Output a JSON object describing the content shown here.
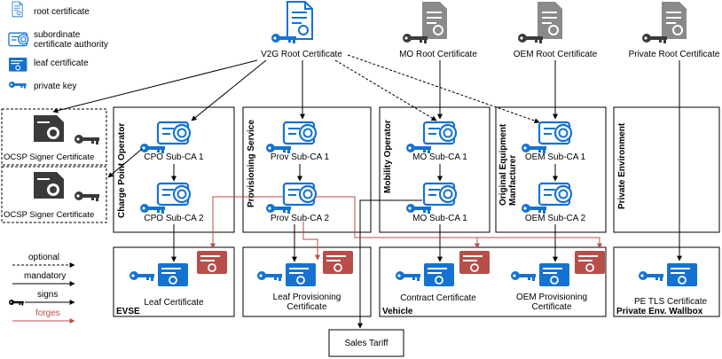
{
  "legend": {
    "root": "root certificate",
    "sub": "subordinate\ncertificate authority",
    "leaf": "leaf certificate",
    "key": "private key",
    "optional": "optional",
    "mandatory": "mandatory",
    "signs": "signs",
    "forges": "forges"
  },
  "roots": {
    "v2g": "V2G Root Certificate",
    "mo": "MO Root Certificate",
    "oem": "OEM Root Certificate",
    "private": "Private Root Certificate"
  },
  "ocsp": [
    "OCSP Signer Certificate",
    "OCSP Signer Certificate"
  ],
  "domains": {
    "cpo": "Charge Point Operator",
    "prov": "Provisioning Service",
    "mo": "Mobility Operator",
    "oem": "Original Equipment\nManfacturer",
    "priv": "Private Environment"
  },
  "subcas": {
    "cpo1": "CPO Sub-CA 1",
    "cpo2": "CPO Sub-CA 2",
    "prov1": "Prov Sub-CA 1",
    "prov2": "Prov Sub-CA 2",
    "mo1": "MO Sub-CA 1",
    "mo2": "MO Sub-CA 1",
    "oem1": "OEM Sub-CA 1",
    "oem2": "OEM Sub-CA 2"
  },
  "leaves": {
    "leaf": "Leaf Certificate",
    "prov": "Leaf Provisioning\nCertificate",
    "contract": "Contract Certificate",
    "oemprov": "OEM Provisioning\nCertificate",
    "pe": "PE TLS Certificate"
  },
  "targets": {
    "evse": "EVSE",
    "vehicle": "Vehicle",
    "wallbox": "Private Env. Wallbox"
  },
  "sales": "Sales Tariff",
  "colors": {
    "blue": "#1572d2",
    "gray": "#8a8a8a",
    "red": "#b84e48",
    "dark": "#3a3a3a"
  }
}
